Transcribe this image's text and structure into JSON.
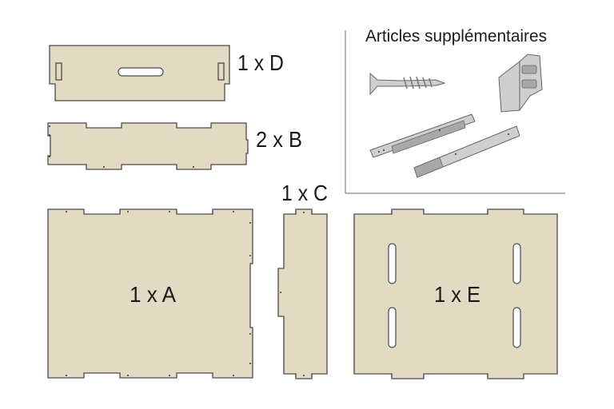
{
  "panels": {
    "d": {
      "label": "1 x D"
    },
    "b": {
      "label": "2 x B"
    },
    "c": {
      "label": "1 x C"
    },
    "a": {
      "label": "1 x A"
    },
    "e": {
      "label": "1 x E"
    }
  },
  "extras": {
    "title": "Articles supplémentaires",
    "items": [
      "screw-icon",
      "corner-bracket-icon",
      "drawer-slide-icon",
      "drawer-slide-icon"
    ]
  },
  "colors": {
    "panel": "#e2dac3",
    "outline": "#4a4a4a",
    "hardware": "#cfcfcf"
  }
}
